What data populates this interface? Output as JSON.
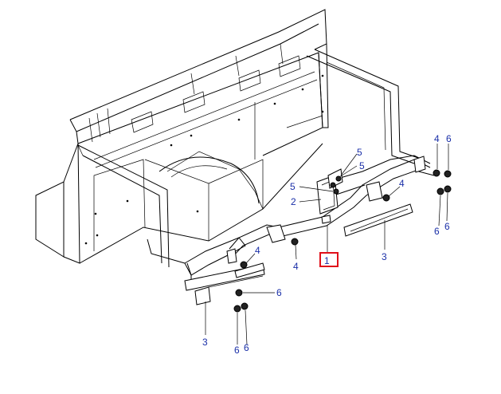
{
  "diagram": {
    "callouts": [
      {
        "id": "c1",
        "text": "1",
        "highlighted": true
      },
      {
        "id": "c2",
        "text": "2"
      },
      {
        "id": "c3a",
        "text": "3"
      },
      {
        "id": "c3b",
        "text": "3"
      },
      {
        "id": "c4a",
        "text": "4"
      },
      {
        "id": "c4b",
        "text": "4"
      },
      {
        "id": "c4c",
        "text": "4"
      },
      {
        "id": "c4d",
        "text": "4"
      },
      {
        "id": "c5a",
        "text": "5"
      },
      {
        "id": "c5b",
        "text": "5"
      },
      {
        "id": "c5c",
        "text": "5"
      },
      {
        "id": "c6a",
        "text": "6"
      },
      {
        "id": "c6b",
        "text": "6"
      },
      {
        "id": "c6c",
        "text": "6"
      },
      {
        "id": "c6d",
        "text": "6"
      },
      {
        "id": "c6e",
        "text": "6"
      },
      {
        "id": "c6f",
        "text": "6"
      }
    ],
    "colors": {
      "label": "#1a2fa8",
      "highlight": "#e0101a",
      "line": "#000000",
      "background": "#ffffff"
    }
  }
}
